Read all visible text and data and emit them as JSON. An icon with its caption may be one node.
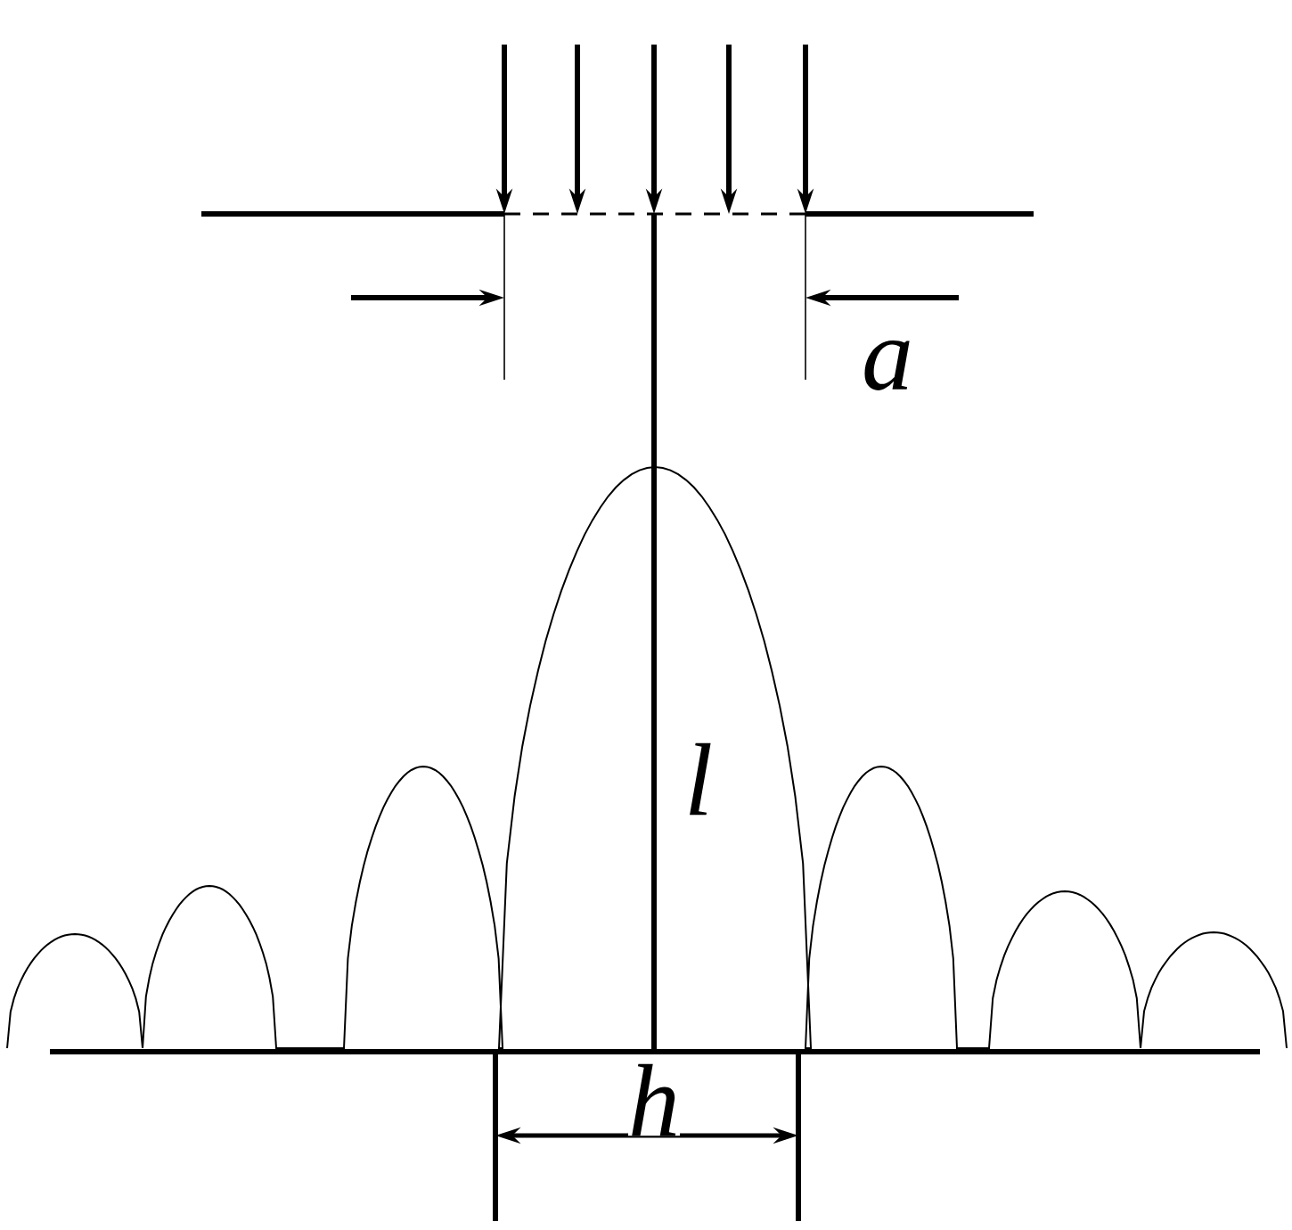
{
  "diagram": {
    "labels": [
      "a",
      "l",
      "h"
    ]
  }
}
